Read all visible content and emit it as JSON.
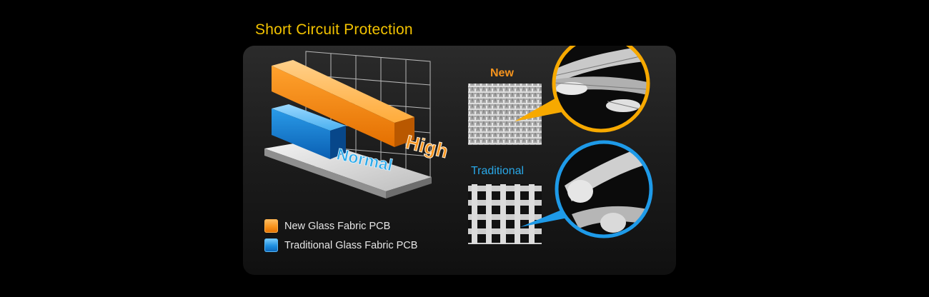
{
  "title": "Short Circuit Protection",
  "bars": {
    "high_label": "High",
    "normal_label": "Normal"
  },
  "legend": [
    {
      "label": "New Glass Fabric PCB",
      "color": "#f7941d"
    },
    {
      "label": "Traditional Glass Fabric PCB",
      "color": "#1e8fe0"
    }
  ],
  "fabric": {
    "new_label": "New",
    "traditional_label": "Traditional"
  },
  "colors": {
    "title": "#f2c200",
    "orange": "#f7941d",
    "blue": "#1e8fe0",
    "background": "#000000"
  }
}
